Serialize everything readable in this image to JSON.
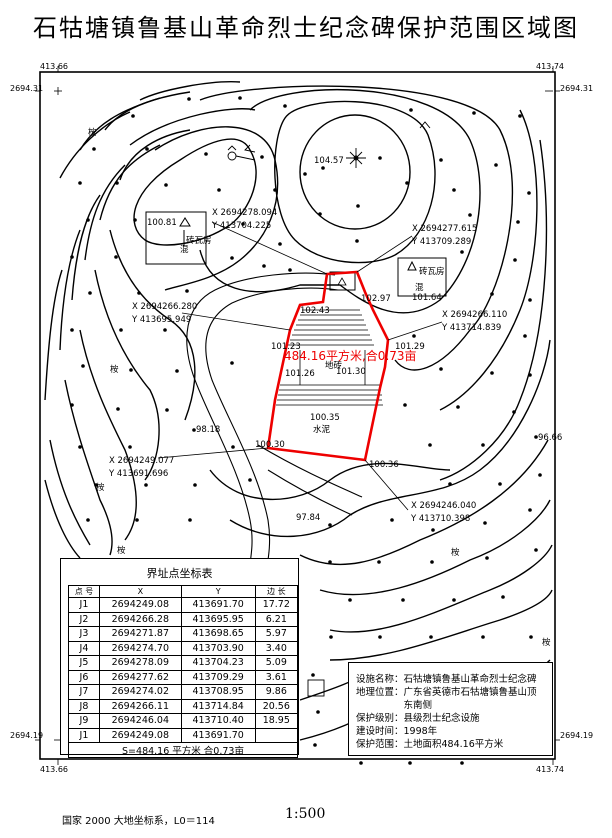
{
  "title": "石牯塘镇鲁基山革命烈士纪念碑保护范围区域图",
  "corners": {
    "top_left_x": "413.66",
    "top_right_x": "413.74",
    "top_left_y": "2694.31",
    "top_right_y": "2694.31",
    "bottom_left_y": "2694.19",
    "bottom_right_y": "2694.19",
    "bottom_left_x": "413.66",
    "bottom_right_x": "413.74"
  },
  "map_labels": {
    "peak": "104.57",
    "p_100_81": "100.81",
    "p_101_64": "101.64",
    "p_102_97": "102.97",
    "p_102_43": "102.43",
    "p_101_23": "101.23",
    "p_101_29": "101.29",
    "p_101_26": "101.26",
    "p_101_30": "101.30",
    "p_100_35": "100.35",
    "p_98_18": "98.18",
    "p_100_30": "100.30",
    "p_100_36": "100.36",
    "p_96_66": "96.66",
    "p_97_84": "97.84",
    "road_word": "地砖",
    "cement_word": "水泥",
    "house1_a": "砖瓦房",
    "house1_b": "混",
    "house2_a": "砖瓦房",
    "house2_b": "混",
    "tree_symbol": "桉",
    "area_label": "484.16平方米,合0.73亩"
  },
  "coord_callouts": [
    {
      "x": "X 2694278.094",
      "y": "Y 413704.225"
    },
    {
      "x": "X 2694277.615",
      "y": "Y 413709.289"
    },
    {
      "x": "X 2694266.280",
      "y": "Y 413695.949"
    },
    {
      "x": "X 2694266.110",
      "y": "Y 413714.839"
    },
    {
      "x": "X 2694249.077",
      "y": "Y 413691.696"
    },
    {
      "x": "X 2694246.040",
      "y": "Y 413710.398"
    }
  ],
  "table": {
    "title": "界址点坐标表",
    "headers": [
      "点 号",
      "X",
      "Y",
      "边 长"
    ],
    "rows": [
      {
        "pt": "J1",
        "x": "2694249.08",
        "y": "413691.70"
      },
      {
        "pt": "J2",
        "x": "2694266.28",
        "y": "413695.95"
      },
      {
        "pt": "J3",
        "x": "2694271.87",
        "y": "413698.65"
      },
      {
        "pt": "J4",
        "x": "2694274.70",
        "y": "413703.90"
      },
      {
        "pt": "J5",
        "x": "2694278.09",
        "y": "413704.23"
      },
      {
        "pt": "J6",
        "x": "2694277.62",
        "y": "413709.29"
      },
      {
        "pt": "J7",
        "x": "2694274.02",
        "y": "413708.95"
      },
      {
        "pt": "J8",
        "x": "2694266.11",
        "y": "413714.84"
      },
      {
        "pt": "J9",
        "x": "2694246.04",
        "y": "413710.40"
      },
      {
        "pt": "J1",
        "x": "2694249.08",
        "y": "413691.70"
      }
    ],
    "lengths": [
      "17.72",
      "6.21",
      "5.97",
      "3.40",
      "5.09",
      "3.61",
      "9.86",
      "20.56",
      "18.95"
    ],
    "summary": "S=484.16 平方米 合0.73亩"
  },
  "info": {
    "name": "设施名称：石牯塘镇鲁基山革命烈士纪念碑",
    "location1": "地理位置：广东省英德市石牯塘镇鲁基山顶",
    "location2": "　　　　　东南侧",
    "level": "保护级别：县级烈士纪念设施",
    "built": "建设时间：1998年",
    "scope": "保护范围：土地面积484.16平方米"
  },
  "footer": {
    "coord_system": "国家 2000 大地坐标系，L0＝114",
    "scale": "1:500"
  }
}
